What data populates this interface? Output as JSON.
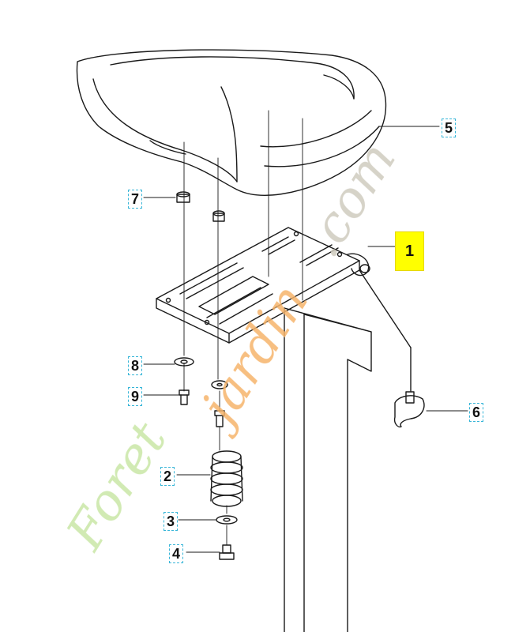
{
  "diagram": {
    "callouts": [
      {
        "id": "1",
        "label": "1",
        "highlighted": true
      },
      {
        "id": "2",
        "label": "2"
      },
      {
        "id": "3",
        "label": "3"
      },
      {
        "id": "4",
        "label": "4"
      },
      {
        "id": "5",
        "label": "5"
      },
      {
        "id": "6",
        "label": "6"
      },
      {
        "id": "7",
        "label": "7"
      },
      {
        "id": "8",
        "label": "8"
      },
      {
        "id": "9",
        "label": "9"
      }
    ],
    "watermark": {
      "part1": "Foret",
      "part2": "jardin",
      "part3": ".com"
    },
    "colors": {
      "line": "#1a1a1a",
      "callout_border": "#38b6d8",
      "highlight": "#ffff00",
      "watermark_green": "#c9e7a6",
      "watermark_orange": "#f6b46b",
      "watermark_grey": "#cfcbbf"
    }
  }
}
